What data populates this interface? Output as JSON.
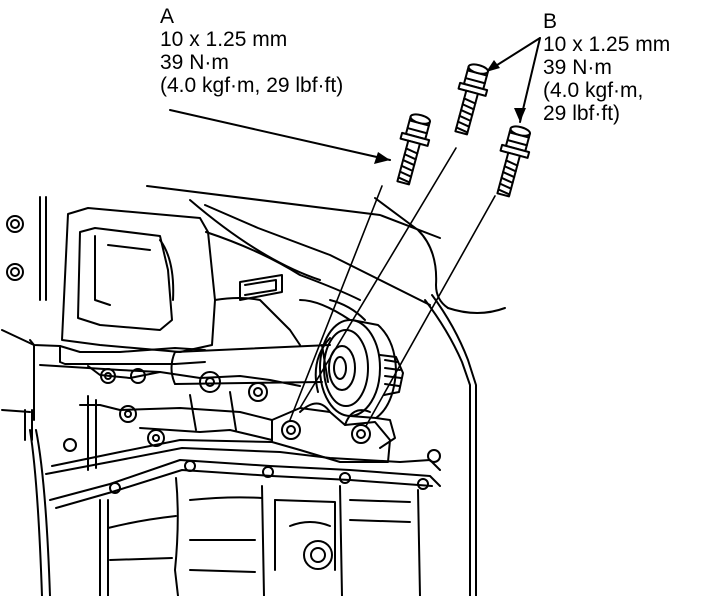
{
  "callouts": {
    "a": {
      "letter": "A",
      "size": "10 x 1.25 mm",
      "torque_nm": "39 N·m",
      "torque_alt": "(4.0 kgf·m, 29 lbf·ft)"
    },
    "b": {
      "letter": "B",
      "size": "10 x 1.25 mm",
      "torque_nm": "39 N·m",
      "torque_alt_line1": "(4.0 kgf·m,",
      "torque_alt_line2": "29 lbf·ft)"
    }
  },
  "colors": {
    "ink": "#000000",
    "paper": "#ffffff"
  }
}
